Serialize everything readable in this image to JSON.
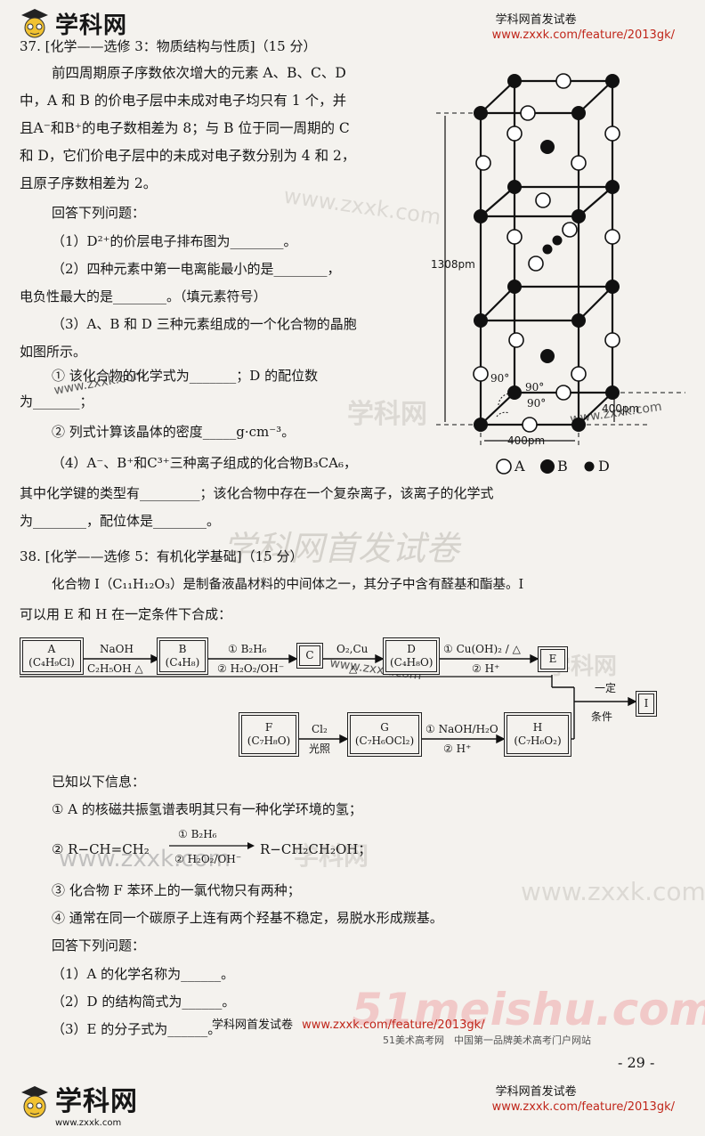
{
  "header_top": {
    "logo_text": "学科网",
    "logo_url": "www.zxxk.com",
    "right_title": "学科网首发试卷",
    "right_url": "www.zxxk.com/feature/2013gk/"
  },
  "q37": {
    "title": "37. [化学——选修 3：物质结构与性质]（15 分）",
    "lines": [
      "前四周期原子序数依次增大的元素 A、B、C、D",
      "中，A 和 B 的价电子层中未成对电子均只有 1 个，并",
      "且A⁻和B⁺的电子数相差为 8；与 B 位于同一周期的 C",
      "和 D，它们价电子层中的未成对电子数分别为 4 和 2，",
      "且原子序数相差为 2。",
      "回答下列问题：",
      "（1）D²⁺的价层电子排布图为________。",
      "（2）四种元素中第一电离能最小的是________，",
      "电负性最大的是________。（填元素符号）",
      "（3）A、B 和 D 三种元素组成的一个化合物的晶胞",
      "如图所示。",
      "① 该化合物的化学式为_______；D 的配位数",
      "为_______；",
      "② 列式计算该晶体的密度_____g·cm⁻³。",
      "（4）A⁻、B⁺和C³⁺三种离子组成的化合物B₃CA₆，",
      "其中化学键的类型有_________；该化合物中存在一个复杂离子，该离子的化学式",
      "为________，配位体是________。"
    ]
  },
  "crystal": {
    "height_label": "1308pm",
    "width_label": "400pm",
    "depth_label": "400pm",
    "angle1": "90°",
    "angle2": "90°",
    "angle3": "90°",
    "legend": [
      "A",
      "B",
      "D"
    ]
  },
  "q38": {
    "title": "38. [化学——选修 5：有机化学基础]（15 分）",
    "intro1": "化合物 I（C₁₁H₁₂O₃）是制备液晶材料的中间体之一，其分子中含有醛基和酯基。I",
    "intro2": "可以用 E 和 H 在一定条件下合成："
  },
  "scheme": {
    "A_name": "A",
    "A_formula": "(C₄H₉Cl)",
    "B_name": "B",
    "B_formula": "(C₄H₈)",
    "C_name": "C",
    "D_name": "D",
    "D_formula": "(C₄H₈O)",
    "E_name": "E",
    "F_name": "F",
    "F_formula": "(C₇H₈O)",
    "G_name": "G",
    "G_formula": "(C₇H₆OCl₂)",
    "H_name": "H",
    "H_formula": "(C₇H₆O₂)",
    "I_name": "I",
    "ab_top": "NaOH",
    "ab_bottom": "C₂H₅OH △",
    "bc_top": "① B₂H₆",
    "bc_bottom": "② H₂O₂/OH⁻",
    "cd_top": "O₂,Cu",
    "cd_bottom": "△",
    "de_top": "① Cu(OH)₂ / △",
    "de_bottom": "② H⁺",
    "fg_top": "Cl₂",
    "fg_bottom": "光照",
    "gh_top": "① NaOH/H₂O",
    "gh_bottom": "② H⁺",
    "cond_top": "一定",
    "cond_bottom": "条件"
  },
  "info": {
    "heading": "已知以下信息：",
    "i1": "① A 的核磁共振氢谱表明其只有一种化学环境的氢；",
    "i2_left": "② R−CH=CH₂",
    "i2_top": "① B₂H₆",
    "i2_bottom": "② H₂O₂/OH⁻",
    "i2_right": "R−CH₂CH₂OH；",
    "i3": "③ 化合物 F 苯环上的一氯代物只有两种；",
    "i4": "④ 通常在同一个碳原子上连有两个羟基不稳定，易脱水形成羰基。",
    "ask": "回答下列问题：",
    "a1": "（1）A 的化学名称为______。",
    "a2": "（2）D 的结构简式为______。",
    "a3": "（3）E 的分子式为______。"
  },
  "footer_mid": {
    "label": "学科网首发试卷",
    "url": "www.zxxk.com/feature/2013gk/",
    "sub": "51美术高考网　中国第一品牌美术高考门户网站"
  },
  "page_number": "- 29 -",
  "watermarks": {
    "w1": "www.zxxk.com",
    "w2": "学科网",
    "w3": "学科网首发试卷",
    "w4": "51meishu.com"
  }
}
